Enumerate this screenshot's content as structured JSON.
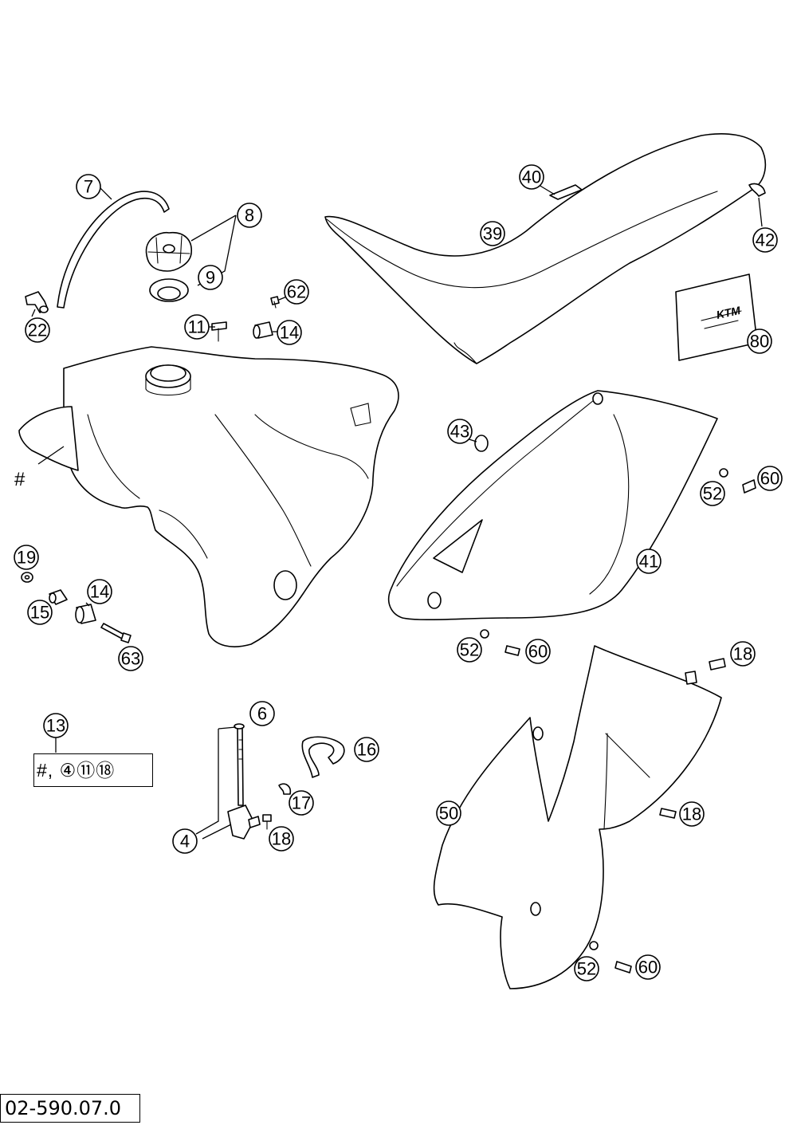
{
  "figure": {
    "drawing_code": "02-590.07.0",
    "kit": {
      "callout": "13",
      "contents": "#, ④⑪⑱"
    },
    "hash_marker": "#",
    "callouts": [
      {
        "id": "c7",
        "label": "7"
      },
      {
        "id": "c8",
        "label": "8"
      },
      {
        "id": "c9",
        "label": "9"
      },
      {
        "id": "c22",
        "label": "22"
      },
      {
        "id": "c62",
        "label": "62"
      },
      {
        "id": "c11",
        "label": "11"
      },
      {
        "id": "c14a",
        "label": "14"
      },
      {
        "id": "c40",
        "label": "40"
      },
      {
        "id": "c39",
        "label": "39"
      },
      {
        "id": "c42",
        "label": "42"
      },
      {
        "id": "c80",
        "label": "80"
      },
      {
        "id": "c43",
        "label": "43"
      },
      {
        "id": "c52a",
        "label": "52"
      },
      {
        "id": "c60a",
        "label": "60"
      },
      {
        "id": "c41",
        "label": "41"
      },
      {
        "id": "c19",
        "label": "19"
      },
      {
        "id": "c14b",
        "label": "14"
      },
      {
        "id": "c15",
        "label": "15"
      },
      {
        "id": "c63",
        "label": "63"
      },
      {
        "id": "c52b",
        "label": "52"
      },
      {
        "id": "c60b",
        "label": "60"
      },
      {
        "id": "c18a",
        "label": "18"
      },
      {
        "id": "c13",
        "label": "13"
      },
      {
        "id": "c6",
        "label": "6"
      },
      {
        "id": "c16",
        "label": "16"
      },
      {
        "id": "c17",
        "label": "17"
      },
      {
        "id": "c4",
        "label": "4"
      },
      {
        "id": "c18b",
        "label": "18"
      },
      {
        "id": "c50",
        "label": "50"
      },
      {
        "id": "c18c",
        "label": "18"
      },
      {
        "id": "c52c",
        "label": "52"
      },
      {
        "id": "c60c",
        "label": "60"
      }
    ]
  }
}
